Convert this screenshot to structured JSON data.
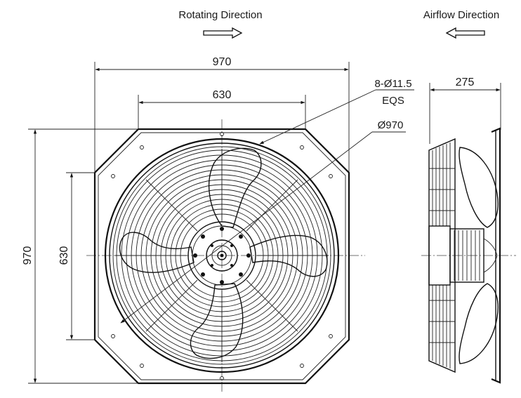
{
  "header": {
    "rotating_direction": "Rotating Direction",
    "airflow_direction": "Airflow Direction"
  },
  "dimensions": {
    "overall_width": "970",
    "hole_spacing_horizontal": "630",
    "overall_height": "970",
    "hole_spacing_vertical": "630",
    "mounting_holes_line1": "8-Ø11.5",
    "mounting_holes_line2": "EQS",
    "guard_diameter": "Ø970",
    "depth": "275"
  },
  "colors": {
    "line": "#111111",
    "background": "#ffffff"
  },
  "icons": {
    "rotating_arrow": "right-hollow-arrow-icon",
    "airflow_arrow": "left-hollow-arrow-icon"
  }
}
